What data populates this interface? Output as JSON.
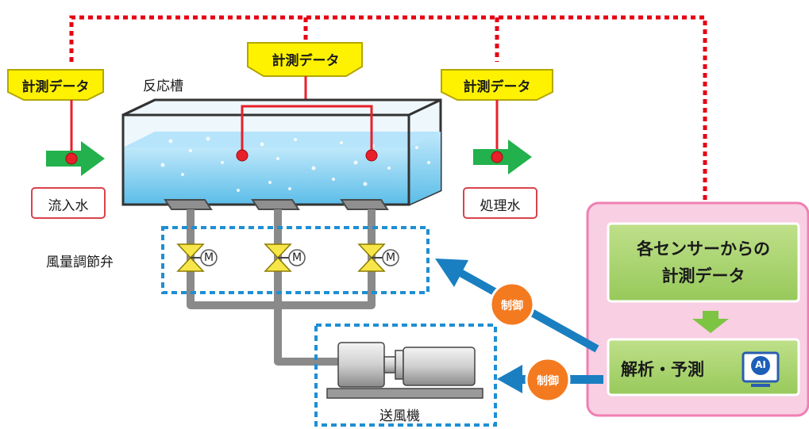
{
  "labels": {
    "measure_data": "計測データ",
    "reaction_tank": "反応槽",
    "inflow_water": "流入水",
    "treated_water": "処理水",
    "air_valve": "風量調節弁",
    "motor": "M",
    "control": "制御",
    "blower": "送風機",
    "sensor_data_line1": "各センサーからの",
    "sensor_data_line2": "計測データ",
    "analysis": "解析・予測",
    "ai": "AI"
  },
  "colors": {
    "signal_red": "#e8202a",
    "dotted_red": "#e60012",
    "callout_yellow": "#fff200",
    "water_blue": "#8fd3f3",
    "flow_green": "#22b14c",
    "panel_pink": "#f9cfe3",
    "box_green": "#a5d46a",
    "control_orange": "#f47a20",
    "arrow_blue": "#1a7fc1",
    "pipe_gray": "#8a8a8a",
    "valve_yellow": "#f7e64a",
    "dashed_blue": "#1e8fd3"
  }
}
